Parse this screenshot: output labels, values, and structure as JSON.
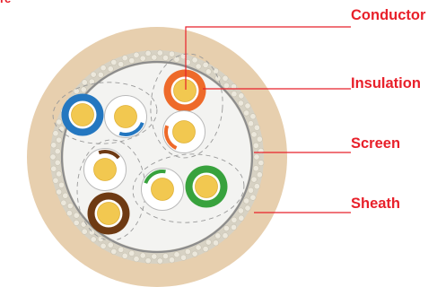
{
  "labels": {
    "conductor": "Conductor",
    "insulation": "Insulation",
    "screen": "Screen",
    "sheath": "Sheath",
    "corner_fragment": "re"
  },
  "colors": {
    "label": "#e8202a",
    "sheath": "#e7cfae",
    "braid": "#d7d2c4",
    "screen": "#8c8c8c",
    "filler": "#f3f3f1",
    "conductor": "#f2c850",
    "insulation_white": "#ffffff",
    "insulation_blue": "#2477c0",
    "insulation_orange": "#ee6a2a",
    "insulation_green": "#38a23d",
    "insulation_brown": "#6e3a13"
  },
  "cores": [
    {
      "id": "blue",
      "color": "blue",
      "stripe": false
    },
    {
      "id": "white-blue",
      "color": "white",
      "stripe": "blue"
    },
    {
      "id": "orange",
      "color": "orange",
      "stripe": false
    },
    {
      "id": "white-orange",
      "color": "white",
      "stripe": "orange"
    },
    {
      "id": "white-brown",
      "color": "white",
      "stripe": "brown"
    },
    {
      "id": "white-green",
      "color": "white",
      "stripe": "green"
    },
    {
      "id": "green",
      "color": "green",
      "stripe": false
    },
    {
      "id": "brown",
      "color": "brown",
      "stripe": false
    }
  ]
}
